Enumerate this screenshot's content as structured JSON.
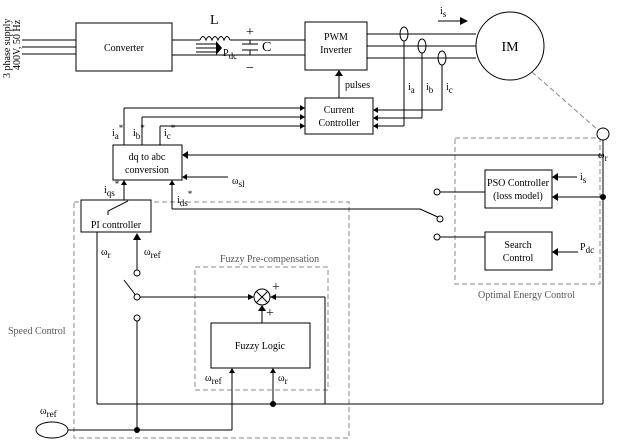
{
  "supply": {
    "line1": "3 phase supply",
    "line2": "400V, 50 Hz"
  },
  "blocks": {
    "converter": "Converter",
    "pwm_line1": "PWM",
    "pwm_line2": "Inverter",
    "im": "IM",
    "current_line1": "Current",
    "current_line2": "Controller",
    "dqabc_line1": "dq to abc",
    "dqabc_line2": "conversion",
    "pi": "PI controller",
    "fuzzy": "Fuzzy Logic",
    "pso_line1": "PSO Controller",
    "pso_line2": "(loss model)",
    "search_line1": "Search",
    "search_line2": "Control"
  },
  "regions": {
    "fuzzy_precomp": "Fuzzy Pre-compensation",
    "optimal": "Optimal Energy Control",
    "speed": "Speed Control"
  },
  "labels": {
    "L": "L",
    "C": "C",
    "plus": "+",
    "minus": "−",
    "P": "P",
    "dc": "dc",
    "i": "i",
    "s": "s",
    "a": "a",
    "b": "b",
    "c": "c",
    "qs": "qs",
    "ds": "ds",
    "star": "*",
    "pulses": "pulses",
    "omega": "ω",
    "r": "r",
    "sl": "sl",
    "ref": "ref"
  }
}
